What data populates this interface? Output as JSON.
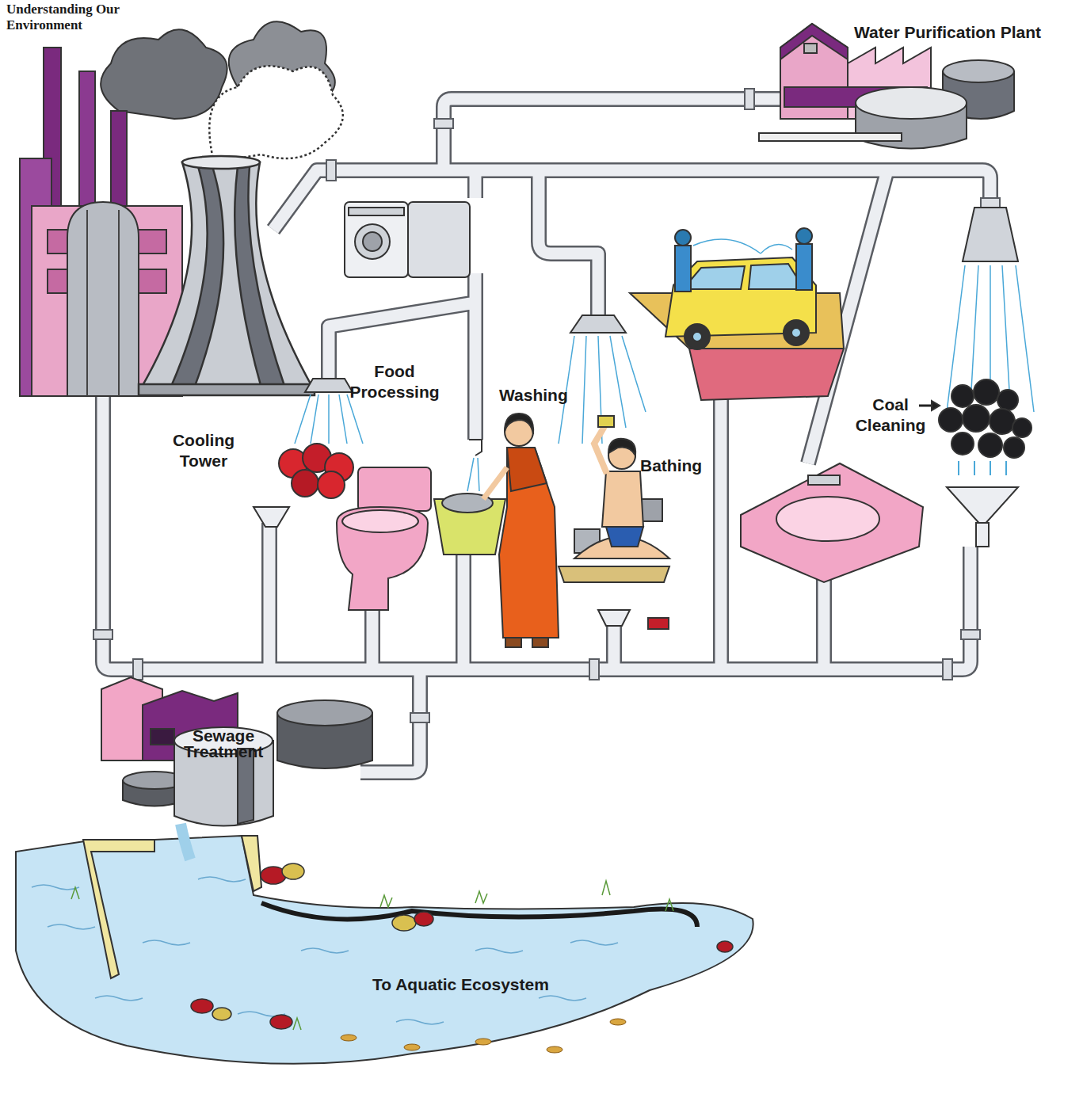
{
  "diagram": {
    "labels": [
      "Understanding Our Environment",
      "Water Purification Plant",
      "Food Processing",
      "Washing",
      "Bathing",
      "Coal Cleaning",
      "Cooling Tower",
      "Sewage Treatment",
      "To Aquatic Ecosystem"
    ]
  }
}
